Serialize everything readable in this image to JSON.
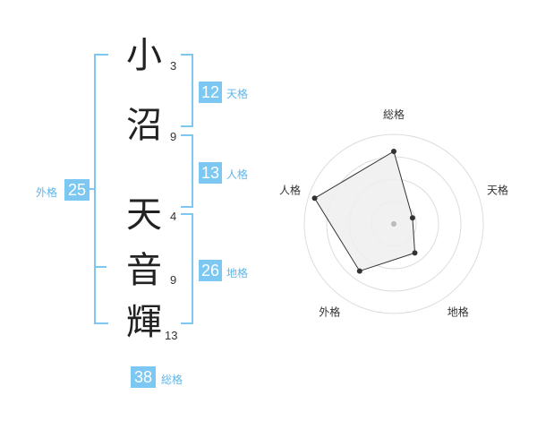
{
  "name": {
    "chars": [
      {
        "char": "小",
        "strokes": "3"
      },
      {
        "char": "沼",
        "strokes": "9"
      },
      {
        "char": "天",
        "strokes": "4"
      },
      {
        "char": "音",
        "strokes": "9"
      },
      {
        "char": "輝",
        "strokes": "13"
      }
    ]
  },
  "fortune": {
    "tenkaku": {
      "value": "12",
      "label": "天格"
    },
    "jinkaku": {
      "value": "13",
      "label": "人格"
    },
    "chikaku": {
      "value": "26",
      "label": "地格"
    },
    "gaikaku": {
      "value": "25",
      "label": "外格"
    },
    "soukaku": {
      "value": "38",
      "label": "総格"
    }
  },
  "chart_data": {
    "type": "radar",
    "axes": [
      "総格",
      "天格",
      "地格",
      "外格",
      "人格"
    ],
    "values": [
      0.81,
      0.22,
      0.4,
      0.65,
      0.93
    ],
    "range": [
      0,
      1
    ],
    "rings": 4,
    "colors": {
      "accent": "#7cc8f2",
      "fill": "#efefef",
      "line": "#333333",
      "grid": "#dddddd"
    }
  }
}
